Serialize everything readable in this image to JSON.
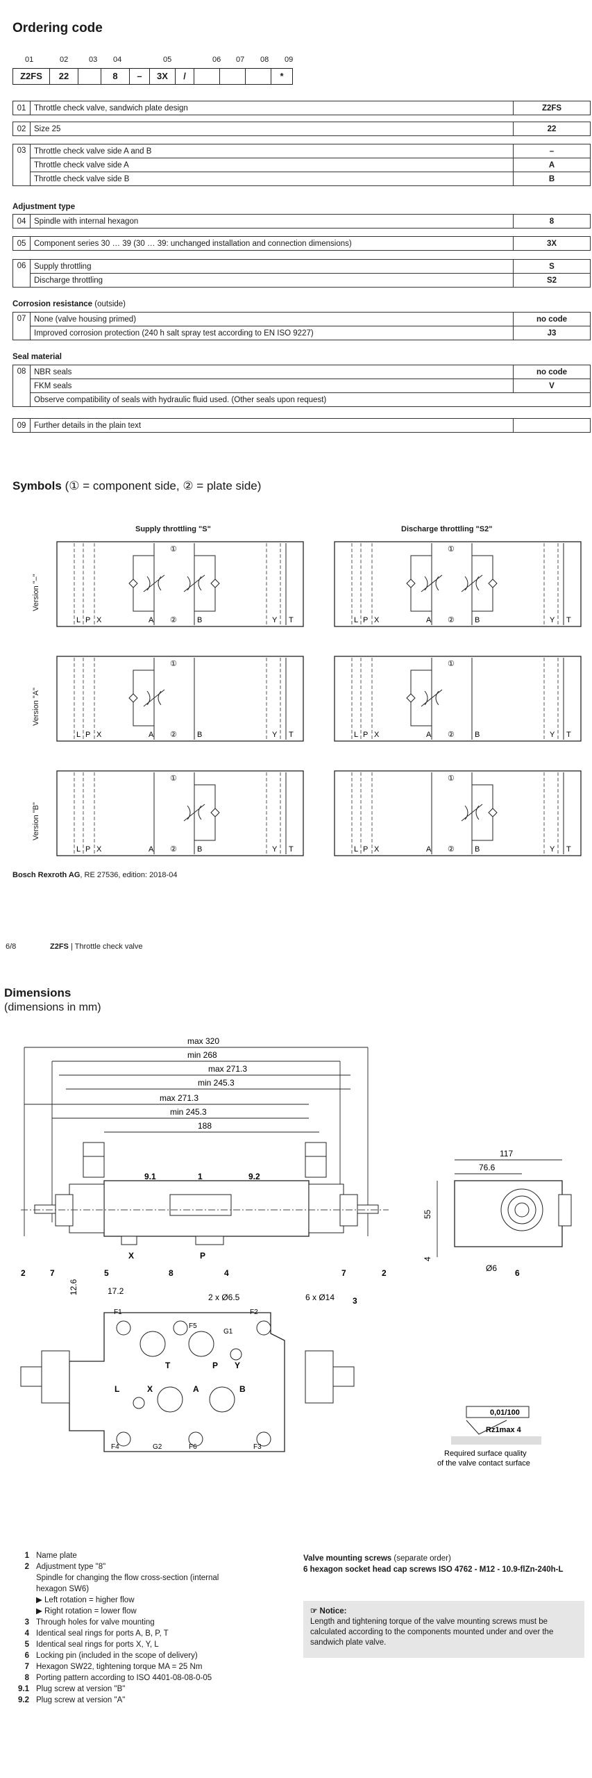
{
  "ordering": {
    "title": "Ordering code",
    "positions": [
      "01",
      "02",
      "03",
      "04",
      "05",
      "06",
      "07",
      "08",
      "09"
    ],
    "boxes": [
      "Z2FS",
      "22",
      "",
      "8",
      "–",
      "3X",
      "/",
      "",
      "",
      "",
      "*"
    ],
    "rows": [
      {
        "num": "01",
        "text": "Throttle check valve, sandwich plate design",
        "value": "Z2FS"
      },
      {
        "num": "02",
        "text": "Size 25",
        "value": "22"
      },
      {
        "num": "03",
        "text": "Throttle check valve side A and B",
        "value": "–"
      },
      {
        "num": "",
        "text": "Throttle check valve side A",
        "value": "A"
      },
      {
        "num": "",
        "text": "Throttle check valve side B",
        "value": "B"
      }
    ],
    "adjustment_title": "Adjustment type",
    "row04": {
      "num": "04",
      "text": "Spindle with internal hexagon",
      "value": "8"
    },
    "row05": {
      "num": "05",
      "text": "Component series 30 … 39 (30 … 39: unchanged installation and connection dimensions)",
      "value": "3X"
    },
    "row06a": {
      "num": "06",
      "text": "Supply throttling",
      "value": "S"
    },
    "row06b": {
      "num": "",
      "text": "Discharge throttling",
      "value": "S2"
    },
    "corrosion_title": "Corrosion resistance",
    "corrosion_sub": "(outside)",
    "row07a": {
      "num": "07",
      "text": "None (valve housing primed)",
      "value": "no code"
    },
    "row07b": {
      "num": "",
      "text": "Improved corrosion protection (240 h salt spray test according to EN ISO 9227)",
      "value": "J3"
    },
    "seal_title": "Seal material",
    "row08a": {
      "num": "08",
      "text": "NBR seals",
      "value": "no code"
    },
    "row08b": {
      "num": "",
      "text": "FKM seals",
      "value": "V"
    },
    "row08c": {
      "text": "Observe compatibility of seals with hydraulic fluid used. (Other seals upon request)"
    },
    "row09": {
      "num": "09",
      "text": "Further details in the plain text",
      "value": ""
    }
  },
  "symbols": {
    "title": "Symbols",
    "subtitle": "(① = component side, ② = plate side)",
    "col1": "Supply throttling \"S\"",
    "col2": "Discharge throttling \"S2\"",
    "version1": "Version \"–\"",
    "version2": "Version \"A\"",
    "version3": "Version \"B\"",
    "ports": {
      "L": "L",
      "P": "P",
      "X": "X",
      "A": "A",
      "c2": "②",
      "B": "B",
      "Y": "Y",
      "T": "T",
      "c1": "①"
    }
  },
  "footer": {
    "company": "Bosch Rexroth AG",
    "edition": ", RE 27536, edition: 2018-04"
  },
  "page2": {
    "page_num": "6/8",
    "product": "Z2FS",
    "product_desc": " | Throttle check valve",
    "dim_title": "Dimensions",
    "dim_sub": "(dimensions in mm)"
  },
  "dims": {
    "max320": "max 320",
    "min268": "min 268",
    "max2713a": "max 271.3",
    "min2453a": "min 245.3",
    "max2713b": "max 271.3",
    "min2453b": "min 245.3",
    "d188": "188",
    "d117": "117",
    "d766": "76.6",
    "d55": "55",
    "d4": "4",
    "d6": "Ø6",
    "d126": "12.6",
    "d172": "17.2",
    "holes2": "2 x Ø6.5",
    "holes6": "6 x Ø14",
    "l91": "9.1",
    "l1": "1",
    "l92": "9.2",
    "lX": "X",
    "lP": "P",
    "l2": "2",
    "l7": "7",
    "l5": "5",
    "l8": "8",
    "l4": "4",
    "l6": "6",
    "l3": "3",
    "flat": "0,01/100",
    "rz": "Rz1max 4",
    "surface1": "Required surface quality",
    "surface2": "of the valve contact surface",
    "pF1": "F1",
    "pF2": "F2",
    "pF3": "F3",
    "pF4": "F4",
    "pF5": "F5",
    "pF6": "F6",
    "pG1": "G1",
    "pG2": "G2",
    "pT": "T",
    "pP": "P",
    "pY": "Y",
    "pL": "L",
    "pX": "X",
    "pA": "A",
    "pB": "B"
  },
  "legend": [
    {
      "n": "1",
      "t": "Name plate"
    },
    {
      "n": "2",
      "t": "Adjustment type \"8\""
    },
    {
      "n": "",
      "t": "Spindle for changing the flow cross-section (internal"
    },
    {
      "n": "",
      "t": "hexagon SW6)"
    },
    {
      "n": "",
      "t": "▶ Left rotation = higher flow"
    },
    {
      "n": "",
      "t": "▶ Right rotation = lower flow"
    },
    {
      "n": "3",
      "t": "Through holes for valve mounting"
    },
    {
      "n": "4",
      "t": "Identical seal rings for ports A, B, P, T"
    },
    {
      "n": "5",
      "t": "Identical seal rings for ports X, Y, L"
    },
    {
      "n": "6",
      "t": "Locking pin (included in the scope of delivery)"
    },
    {
      "n": "7",
      "t": "Hexagon SW22, tightening torque MA = 25 Nm"
    },
    {
      "n": "8",
      "t": "Porting pattern according to ISO 4401-08-08-0-05"
    },
    {
      "n": "9.1",
      "t": "Plug screw at version \"B\""
    },
    {
      "n": "9.2",
      "t": "Plug screw at version \"A\""
    }
  ],
  "screws": {
    "title": "Valve mounting screws",
    "title_sub": " (separate order)",
    "line2": "6 hexagon socket head cap screws ISO 4762 - M12 - 10.9-flZn-240h-L"
  },
  "notice": {
    "title": "Notice:",
    "text": "Length and tightening torque of the valve mounting screws must be calculated according to the components mounted under and over the sandwich plate valve."
  }
}
